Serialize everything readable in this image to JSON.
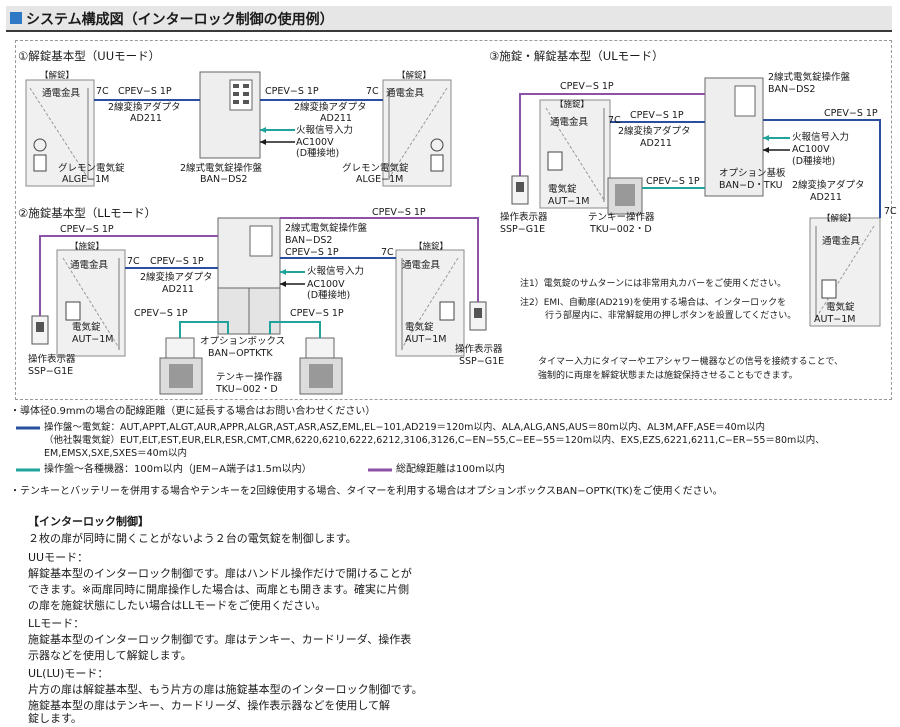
{
  "header": {
    "title": "システム構成図（インターロック制御の使用例）"
  },
  "colors": {
    "blue_line": "#2a4f9e",
    "teal_line": "#1fa39a",
    "purple_line": "#8c52a6",
    "title_square": "#2f78c4"
  },
  "section_uu": {
    "title": "①解錠基本型（UUモード）",
    "tag_left": "【解錠】",
    "tag_right": "【解錠】",
    "cable_left": "CPEV−S 1P",
    "cable_right": "CPEV−S 1P",
    "pass_left": "通電金具",
    "pass_right": "通電金具",
    "c7_left": "7C",
    "c7_right": "7C",
    "adapter_left_1": "2線変換アダプタ",
    "adapter_left_2": "AD211",
    "adapter_right_1": "2線変換アダプタ",
    "adapter_right_2": "AD211",
    "fire": "火報信号入力",
    "ac1": "AC100V",
    "ac2": "(D種接地)",
    "ctrl1": "2線式電気錠操作盤",
    "ctrl2": "BAN−DS2",
    "lock_left_1": "グレモン電気錠",
    "lock_left_2": "ALGE−1M",
    "lock_right_1": "グレモン電気錠",
    "lock_right_2": "ALGE−1M"
  },
  "section_ll": {
    "title": "②施錠基本型（LLモード）",
    "tag_left": "【施錠】",
    "tag_right": "【施錠】",
    "cable_top": "CPEV−S 1P",
    "cable_left_purple": "CPEV−S 1P",
    "cable_left": "CPEV−S 1P",
    "cable_right": "CPEV−S 1P",
    "cable_kp_left": "CPEV−S 1P",
    "cable_kp_right": "CPEV−S 1P",
    "pass_left": "通電金具",
    "pass_right": "通電金具",
    "c7_left": "7C",
    "c7_right": "7C",
    "adapter_left_1": "2線変換アダプタ",
    "adapter_left_2": "AD211",
    "ctrl1": "2線式電気錠操作盤",
    "ctrl2": "BAN−DS2",
    "fire": "火報信号入力",
    "ac1": "AC100V",
    "ac2": "(D種接地)",
    "lock_left_1": "電気錠",
    "lock_left_2": "AUT−1M",
    "lock_right_1": "電気錠",
    "lock_right_2": "AUT−1M",
    "ind_left_1": "操作表示器",
    "ind_left_2": "SSP−G1E",
    "ind_right_1": "操作表示器",
    "ind_right_2": "SSP−G1E",
    "box_1": "オプションボックス",
    "box_2": "BAN−OPTKTK",
    "kp_1": "テンキー操作器",
    "kp_2": "TKU−002・D"
  },
  "section_ul": {
    "title": "③施錠・解錠基本型（ULモード）",
    "tag_left": "【施錠】",
    "tag_right": "【解錠】",
    "cable_purple": "CPEV−S 1P",
    "cable_left": "CPEV−S 1P",
    "cable_kp": "CPEV−S 1P",
    "cable_right": "CPEV−S 1P",
    "pass_left": "通電金具",
    "pass_right": "通電金具",
    "c7_left": "7C",
    "c7_right": "7C",
    "adapter_left_1": "2線変換アダプタ",
    "adapter_left_2": "AD211",
    "adapter_right_1": "2線変換アダプタ",
    "adapter_right_2": "AD211",
    "ctrl1": "2線式電気錠操作盤",
    "ctrl2": "BAN−DS2",
    "fire": "火報信号入力",
    "ac1": "AC100V",
    "ac2": "(D種接地)",
    "option_1": "オプション基板",
    "option_2": "BAN−D・TKU",
    "lock_left_1": "電気錠",
    "lock_left_2": "AUT−1M",
    "lock_right_1": "電気錠",
    "lock_right_2": "AUT−1M",
    "ind_1": "操作表示器",
    "ind_2": "SSP−G1E",
    "kp_1": "テンキー操作器",
    "kp_2": "TKU−002・D"
  },
  "notes": {
    "n1": "注1）電気錠のサムターンには非常用丸カバーをご使用ください。",
    "n2a": "注2）EMI、自動扉(AD219)を使用する場合は、インターロックを",
    "n2b": "行う部屋内に、非常解錠用の押しボタンを設置してください。",
    "n3a": "タイマー入力にタイマーやエアシャワー機器などの信号を接続することで、",
    "n3b": "強制的に両扉を解錠状態または施錠保持させることもできます。"
  },
  "legend": {
    "wire_intro": "・導体径0.9mmの場合の配線距離（更に延長する場合はお問い合わせください）",
    "blue_1": "操作盤〜電気錠：AUT,APPT,ALGT,AUR,APPR,ALGR,AST,ASR,ASZ,EML,EL−101,AD219＝120m以内、ALA,ALG,ANS,AUS＝80m以内、AL3M,AFF,ASE＝40m以内",
    "blue_2": "（他社製電気錠）EUT,ELT,EST,EUR,ELR,ESR,CMT,CMR,6220,6210,6222,6212,3106,3126,C−EN−55,C−EE−55＝120m以内、EXS,EZS,6221,6211,C−ER−55＝80m以内、",
    "blue_3": "EM,EMSX,SXE,SXES＝40m以内",
    "teal": "操作盤〜各種機器：100m以内（JEM−A端子は1.5m以内）",
    "purple": "総配線距離は100m以内",
    "tenkey_note": "・テンキーとバッテリーを併用する場合やテンキーを2回線使用する場合、タイマーを利用する場合はオプションボックスBAN−OPTK(TK)をご使用ください。"
  },
  "description": {
    "heading": "【インターロック制御】",
    "intro": "２枚の扉が同時に開くことがないよう２台の電気錠を制御します。",
    "uu_title": "UUモード：",
    "uu_1": "解錠基本型のインターロック制御です。扉はハンドル操作だけで開けることが",
    "uu_2": "できます。※両扉同時に開扉操作した場合は、両扉とも開きます。確実に片側",
    "uu_3": "の扉を施錠状態にしたい場合はLLモードをご使用ください。",
    "ll_title": "LLモード：",
    "ll_1": "施錠基本型のインターロック制御です。扉はテンキー、カードリーダ、操作表",
    "ll_2": "示器などを使用して解錠します。",
    "ul_title": "UL(LU)モード：",
    "ul_1": "片方の扉は解錠基本型、もう片方の扉は施錠基本型のインターロック制御です。",
    "ul_2": "施錠基本型の扉はテンキー、カードリーダ、操作表示器などを使用して解",
    "ul_3": "錠します。"
  }
}
